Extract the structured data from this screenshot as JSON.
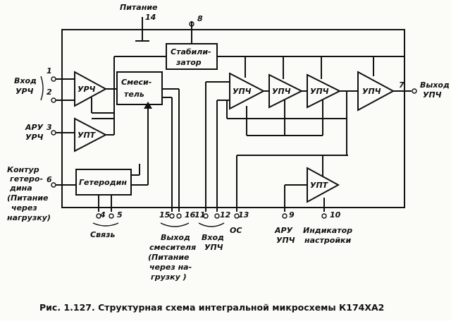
{
  "blocks": {
    "urch": "УРЧ",
    "upt1": "УПТ",
    "mixer_l1": "Смеси-",
    "mixer_l2": "тель",
    "stab_l1": "Стабили-",
    "stab_l2": "затор",
    "heterodyne": "Гетеродин",
    "upch": "УПЧ",
    "upt2": "УПТ"
  },
  "pins": {
    "p1": "1",
    "p2": "2",
    "p3": "3",
    "p4": "4",
    "p5": "5",
    "p6": "6",
    "p7": "7",
    "p8": "8",
    "p9": "9",
    "p10": "10",
    "p11": "11",
    "p12": "12",
    "p13": "13",
    "p14": "14",
    "p15": "15",
    "p16": "16"
  },
  "labels": {
    "power_l1": "Питание",
    "input_urch_l1": "Вход",
    "input_urch_l2": "УРЧ",
    "aru_urch_l1": "АРУ",
    "aru_urch_l2": "УРЧ",
    "contour_l1": "Контур",
    "contour_l2": "гетеро-",
    "contour_l3": "дина",
    "contour_l4": "(Питание",
    "contour_l5": "через",
    "contour_l6": "нагрузку)",
    "svyaz": "Связь",
    "mixer_out_l1": "Выход",
    "mixer_out_l2": "смесителя",
    "mixer_out_l3": "(Питание",
    "mixer_out_l4": "через на-",
    "mixer_out_l5": "грузку )",
    "input_upch_l1": "Вход",
    "input_upch_l2": "УПЧ",
    "os": "ОС",
    "aru_upch_l1": "АРУ",
    "aru_upch_l2": "УПЧ",
    "indicator_l1": "Индикатор",
    "indicator_l2": "настройки",
    "output_upch_l1": "Выход",
    "output_upch_l2": "УПЧ"
  },
  "caption": "Рис. 1.127. Структурная схема интегральной микросхемы К174ХА2"
}
